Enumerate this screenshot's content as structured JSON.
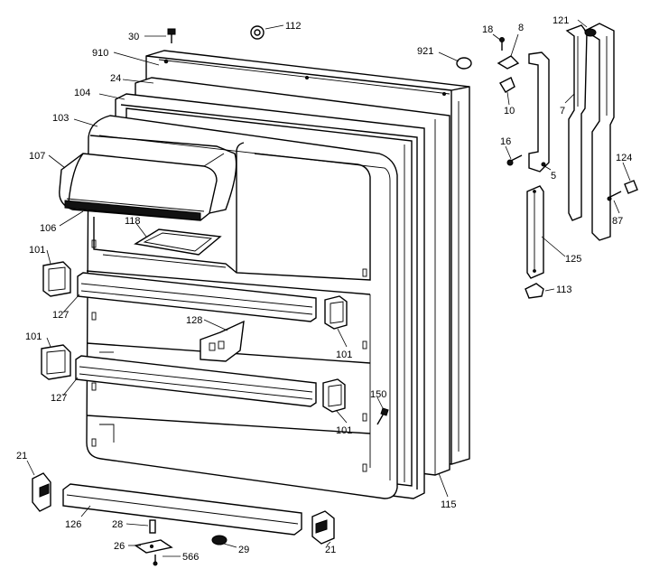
{
  "callouts": [
    {
      "id": "30",
      "text": "30"
    },
    {
      "id": "112",
      "text": "112"
    },
    {
      "id": "910",
      "text": "910"
    },
    {
      "id": "24",
      "text": "24"
    },
    {
      "id": "104",
      "text": "104"
    },
    {
      "id": "103",
      "text": "103"
    },
    {
      "id": "107",
      "text": "107"
    },
    {
      "id": "106",
      "text": "106"
    },
    {
      "id": "118",
      "text": "118"
    },
    {
      "id": "101a",
      "text": "101"
    },
    {
      "id": "127a",
      "text": "127"
    },
    {
      "id": "128",
      "text": "128"
    },
    {
      "id": "101b",
      "text": "101"
    },
    {
      "id": "101c",
      "text": "101"
    },
    {
      "id": "127b",
      "text": "127"
    },
    {
      "id": "101d",
      "text": "101"
    },
    {
      "id": "150",
      "text": "150"
    },
    {
      "id": "21a",
      "text": "21"
    },
    {
      "id": "126",
      "text": "126"
    },
    {
      "id": "28",
      "text": "28"
    },
    {
      "id": "26",
      "text": "26"
    },
    {
      "id": "566",
      "text": "566"
    },
    {
      "id": "29",
      "text": "29"
    },
    {
      "id": "21b",
      "text": "21"
    },
    {
      "id": "115",
      "text": "115"
    },
    {
      "id": "921",
      "text": "921"
    },
    {
      "id": "18",
      "text": "18"
    },
    {
      "id": "8",
      "text": "8"
    },
    {
      "id": "10",
      "text": "10"
    },
    {
      "id": "16",
      "text": "16"
    },
    {
      "id": "5",
      "text": "5"
    },
    {
      "id": "121",
      "text": "121"
    },
    {
      "id": "7",
      "text": "7"
    },
    {
      "id": "124",
      "text": "124"
    },
    {
      "id": "87",
      "text": "87"
    },
    {
      "id": "125",
      "text": "125"
    },
    {
      "id": "113",
      "text": "113"
    }
  ]
}
